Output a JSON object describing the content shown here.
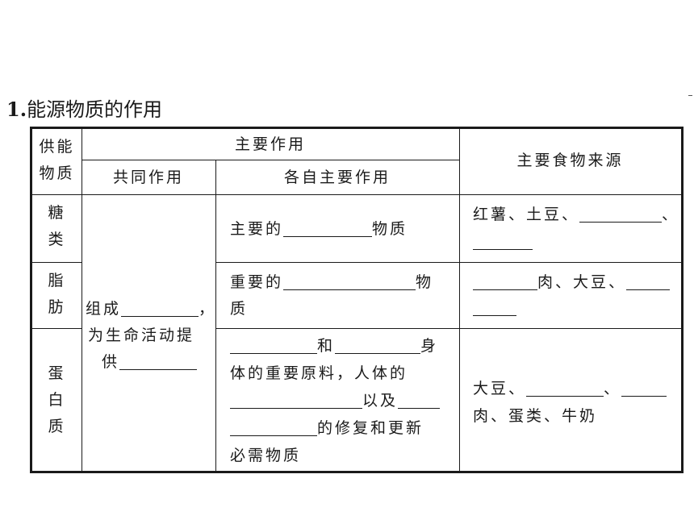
{
  "section_title": {
    "number": "1.",
    "text": "能源物质的作用"
  },
  "headers": {
    "substance": [
      "供能",
      "物质"
    ],
    "main_role": "主要作用",
    "common_role": "共同作用",
    "individual_role": "各自主要作用",
    "food_source": "主要食物来源"
  },
  "rows": {
    "sugar": {
      "name": [
        "糖",
        "类"
      ],
      "role": {
        "before": "主要的",
        "after": "物质"
      },
      "food": {
        "line1_text": "红薯、土豆、",
        "sep": "、"
      }
    },
    "fat": {
      "name": [
        "脂",
        "肪"
      ],
      "role": {
        "before": "重要的",
        "after_1": "物",
        "after_2": "质"
      },
      "food": {
        "after_blank": "肉、大豆、"
      }
    },
    "protein": {
      "name": [
        "蛋",
        "白",
        "质"
      ],
      "role": {
        "and": "和",
        "body": "身",
        "line2": "体的重要原料，人体的",
        "yiji": "以及",
        "repair": "的修复和更新",
        "last": "必需物质"
      },
      "food": {
        "start": "大豆、",
        "sep": "、",
        "line2": "肉、蛋类、牛奶"
      }
    }
  },
  "common": {
    "line1": "组成",
    "comma": "，",
    "line2": "为生命活动提",
    "line3": "供"
  }
}
